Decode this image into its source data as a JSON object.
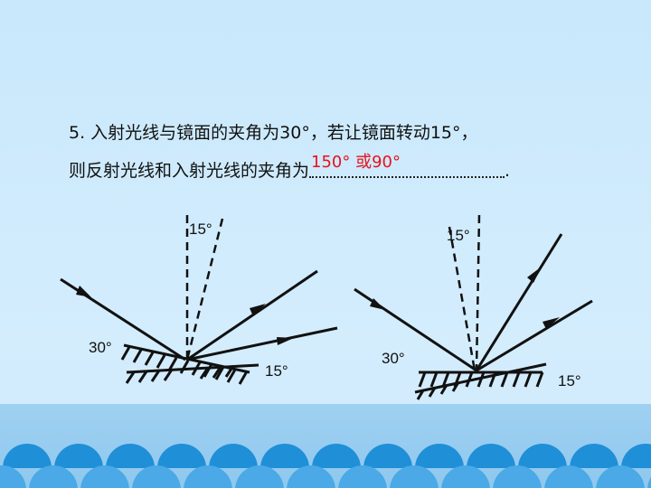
{
  "question": {
    "line1": "5. 入射光线与镜面的夹角为30°，若让镜面转动15°，",
    "line2_prefix": "则反射光线和入射光线的夹角为",
    "answer": "150° 或90°",
    "line2_suffix": "."
  },
  "figure_left": {
    "top_angle": "15°",
    "left_angle": "30°",
    "mirror_angle": "15°"
  },
  "figure_right": {
    "top_angle": "15°",
    "left_angle": "30°",
    "mirror_angle": "15°"
  },
  "colors": {
    "background": "#cfeafd",
    "band": "#93caef",
    "wave": "#1f8fd8",
    "answer": "#e8111b"
  }
}
